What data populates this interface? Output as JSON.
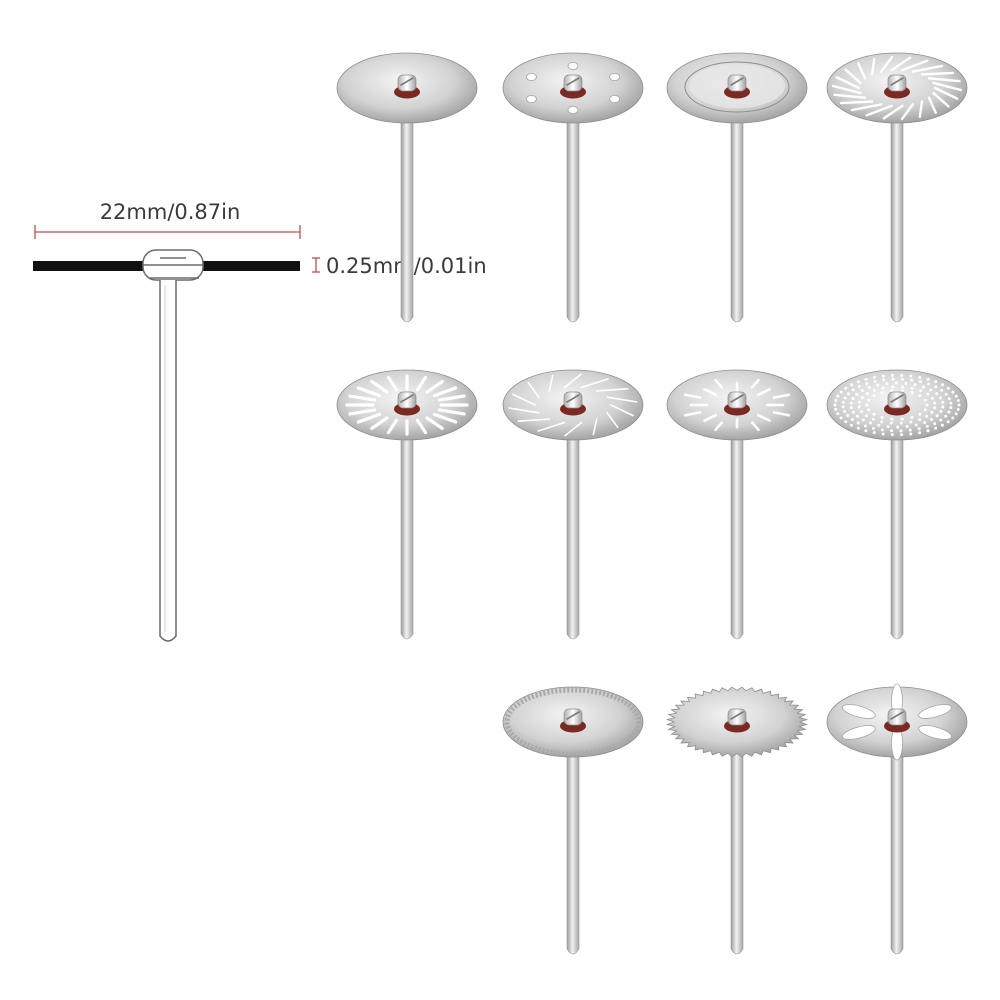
{
  "diagram": {
    "diameter_label": "22mm/0.87in",
    "thickness_label": "0.25mm/0.01in",
    "colors": {
      "dimension_line": "#c0504d",
      "blade_profile": "#111111",
      "outline": "#6b6b6b"
    }
  },
  "products": {
    "count": 11,
    "items": [
      {
        "pattern": "plain"
      },
      {
        "pattern": "six-holes"
      },
      {
        "pattern": "raised-center"
      },
      {
        "pattern": "spiral-slots"
      },
      {
        "pattern": "radial-slots"
      },
      {
        "pattern": "swirl-slots"
      },
      {
        "pattern": "dash-slots"
      },
      {
        "pattern": "perforated"
      },
      {
        "pattern": "fine-serrated"
      },
      {
        "pattern": "toothed"
      },
      {
        "pattern": "petal-cutouts"
      }
    ],
    "colors": {
      "metal_light": "#eeeeee",
      "metal_mid": "#c9c9c9",
      "metal_dark": "#8e8e8e",
      "washer": "#7a2a22"
    }
  }
}
